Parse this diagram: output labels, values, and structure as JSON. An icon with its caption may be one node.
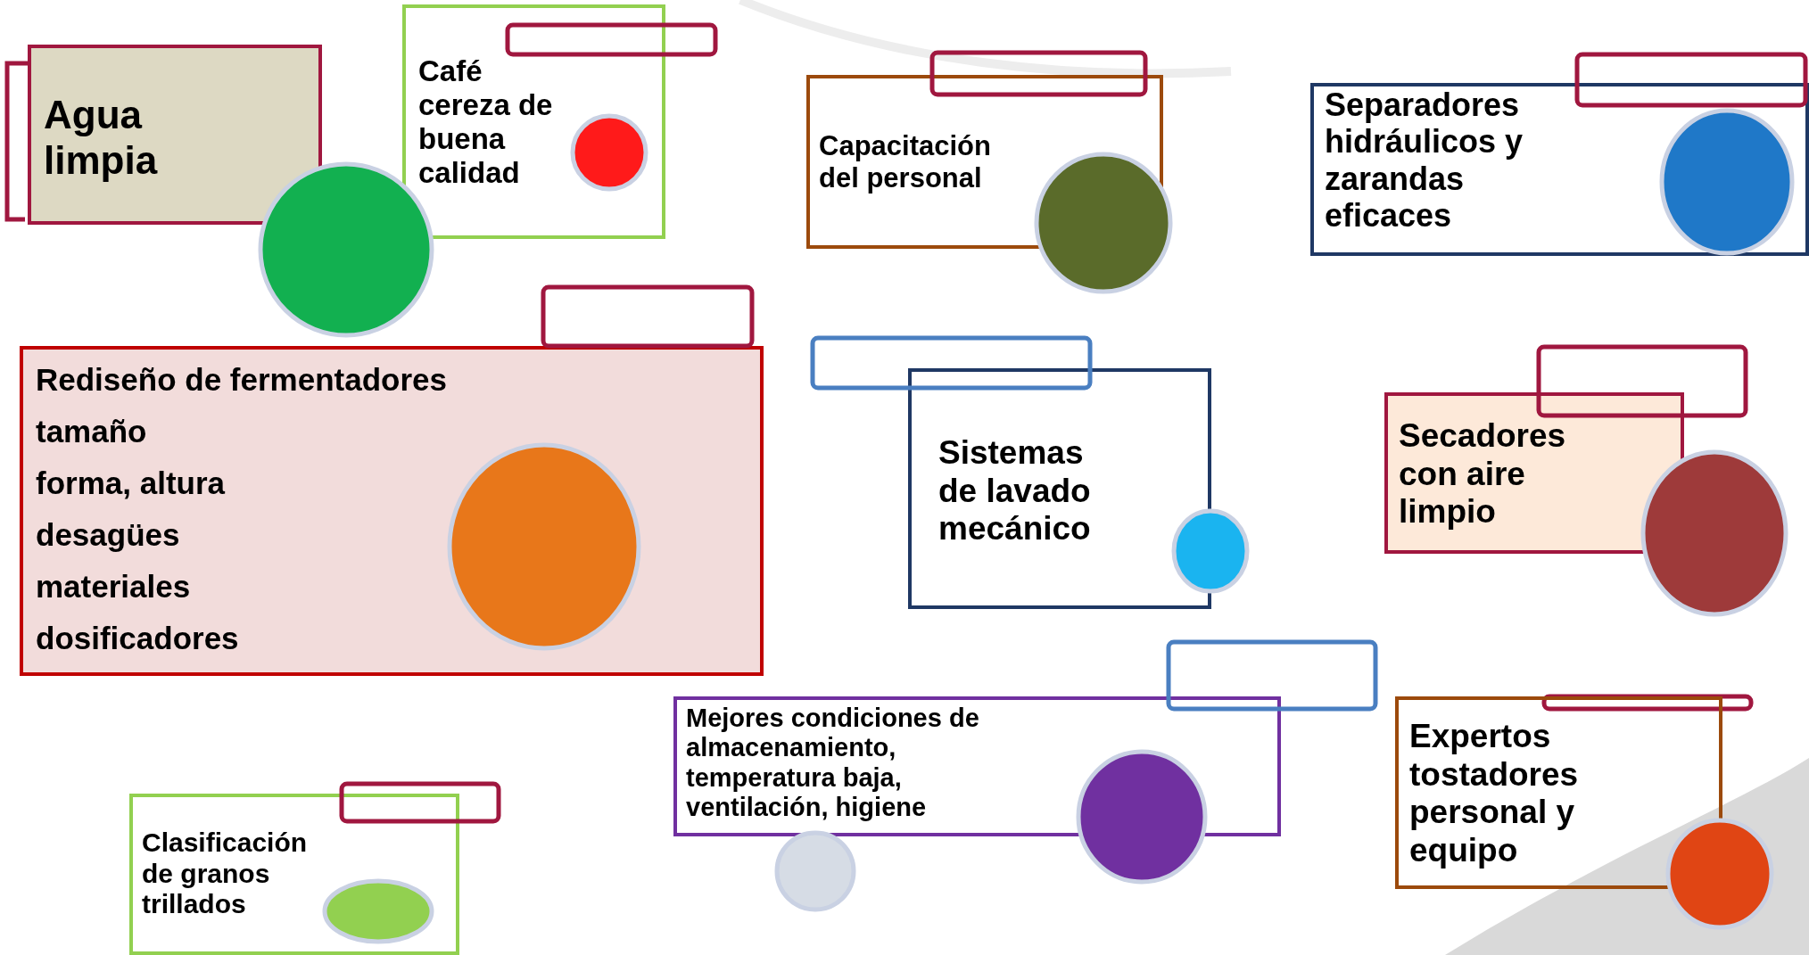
{
  "diagram": {
    "nodes": [
      {
        "text": [
          "Agua limpia"
        ]
      },
      {
        "text": [
          "Café cereza de buena calidad"
        ]
      },
      {
        "text": [
          "Capacitación del personal"
        ]
      },
      {
        "text": [
          "Separadores hidráulicos y zarandas eficaces"
        ]
      },
      {
        "text": [
          "Rediseño de fermentadores",
          "tamaño",
          "forma, altura",
          "desagües",
          "materiales",
          "dosificadores"
        ]
      },
      {
        "text": [
          "Sistemas de lavado mecánico"
        ]
      },
      {
        "text": [
          "Secadores con aire limpio"
        ]
      },
      {
        "text": [
          "Mejores condiciones de almacenamiento, temperatura baja, ventilación, higiene"
        ]
      },
      {
        "text": [
          "Expertos tostadores personal y equipo"
        ]
      },
      {
        "text": [
          "Clasificación de granos trillados"
        ]
      }
    ]
  }
}
